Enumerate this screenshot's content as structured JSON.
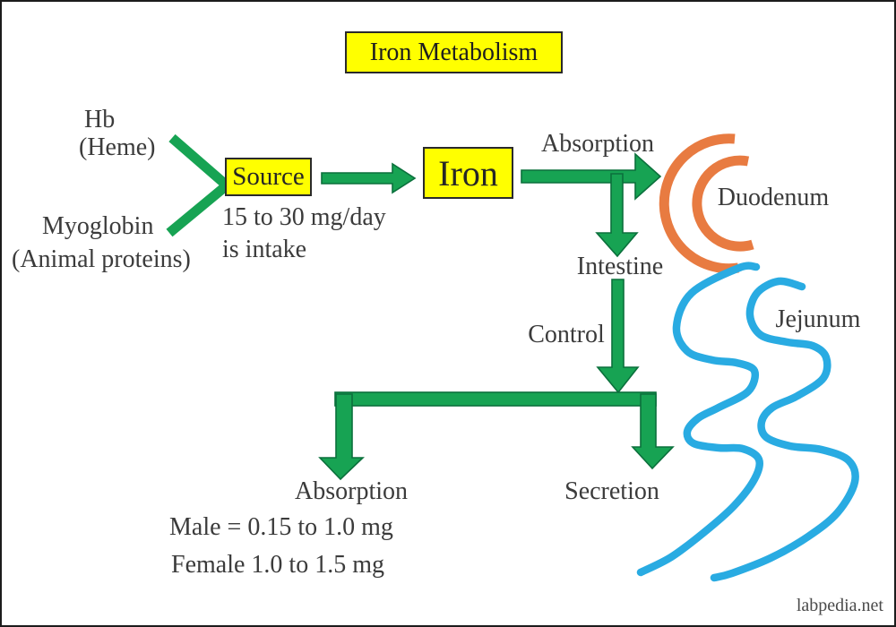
{
  "title": "Iron Metabolism",
  "watermark": "labpedia.net",
  "colors": {
    "green": "#17a353",
    "green_outline": "#0b703c",
    "yellow": "#ffff00",
    "orange": "#e87b41",
    "blue": "#29abe2",
    "text": "#3b3b3b",
    "background": "#ffffff"
  },
  "labels": {
    "hb": "Hb",
    "heme": "(Heme)",
    "myoglobin": "Myoglobin",
    "animal_proteins": "(Animal proteins)",
    "source": "Source",
    "intake_line1": "15 to 30 mg/day",
    "intake_line2": "is intake",
    "iron": "Iron",
    "absorption_top": "Absorption",
    "duodenum": "Duodenum",
    "intestine": "Intestine",
    "control": "Control",
    "jejunum": "Jejunum",
    "absorption_bottom": "Absorption",
    "male_range": "Male = 0.15 to 1.0 mg",
    "female_range": "Female 1.0 to 1.5 mg",
    "secretion": "Secretion"
  }
}
